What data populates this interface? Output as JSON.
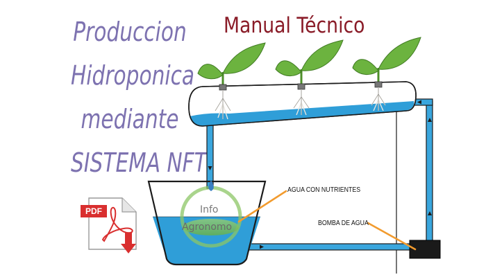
{
  "title": {
    "lines": [
      "Produccion",
      "Hidroponica",
      "mediante",
      "SISTEMA  NFT"
    ],
    "manual": "Manual Técnico"
  },
  "pdf": {
    "badge": "PDF"
  },
  "logo": {
    "line1": "Info",
    "line2": "Agronomo"
  },
  "labels": {
    "water": "AGUA CON NUTRIENTES",
    "pump": "BOMBA DE AGUA"
  },
  "colors": {
    "title": "#7d72b0",
    "manual": "#8a1c28",
    "water": "#2f9ed8",
    "pipe": "#3aa6dd",
    "outline": "#1b1b1b",
    "leaf": "#6cb33f",
    "leader": "#f29b2e",
    "pdf_red": "#d92f2f"
  }
}
